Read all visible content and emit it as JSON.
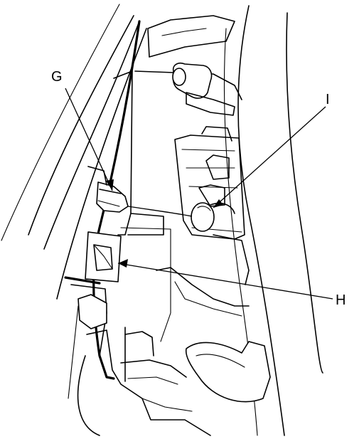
{
  "callouts": {
    "g": "G",
    "h": "H",
    "i": "I"
  },
  "colors": {
    "ink": "#000000",
    "paper": "#ffffff"
  }
}
